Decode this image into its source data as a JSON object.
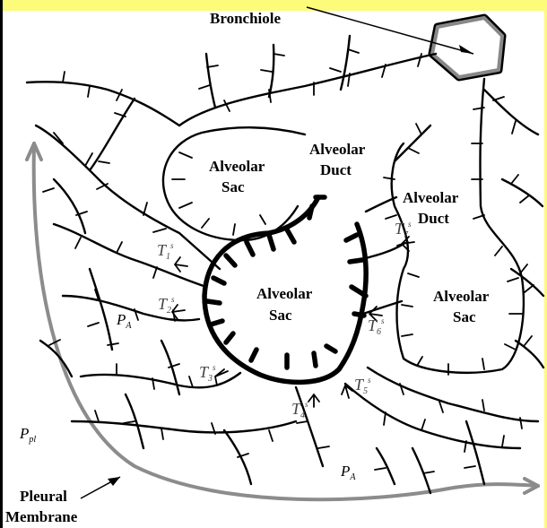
{
  "labels": {
    "bronchiole": "Bronchiole",
    "sac_left_line1": "Alveolar",
    "sac_left_line2": "Sac",
    "duct_top_line1": "Alveolar",
    "duct_top_line2": "Duct",
    "duct_right_line1": "Alveolar",
    "duct_right_line2": "Duct",
    "sac_center_line1": "Alveolar",
    "sac_center_line2": "Sac",
    "sac_right_line1": "Alveolar",
    "sac_right_line2": "Sac",
    "pleural_line1": "Pleural",
    "pleural_line2": "Membrane"
  },
  "symbols": {
    "pa_main": "P",
    "pa_sub": "A",
    "ppl_main": "P",
    "ppl_sub": "pl",
    "t_main": "T",
    "t_sup": "s",
    "tension_indices": [
      "1",
      "2",
      "3",
      "4",
      "5",
      "6",
      "7"
    ]
  },
  "colors": {
    "background": "#ffffff",
    "top_band": "#fdfb7a",
    "outline": "#000000",
    "pleural_membrane": "#8c8c8c"
  }
}
